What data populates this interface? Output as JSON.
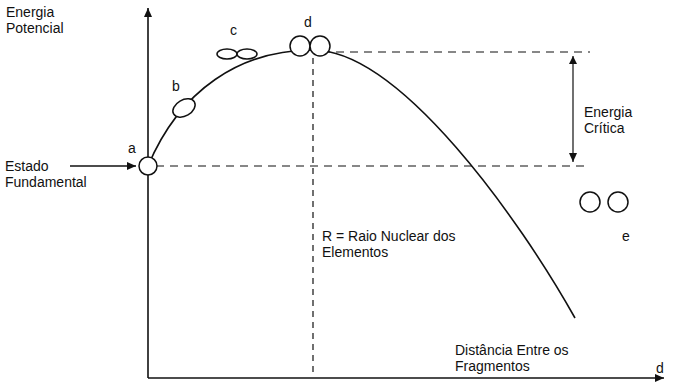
{
  "diagram": {
    "labels": [
      "Energia Potencial",
      "a",
      "b",
      "c",
      "d",
      "Estado Fundamental",
      "Energia Crítica",
      "R = Raio Nuclear dos Elementos",
      "e",
      "Distância Entre os Fragmentos",
      "d"
    ]
  }
}
